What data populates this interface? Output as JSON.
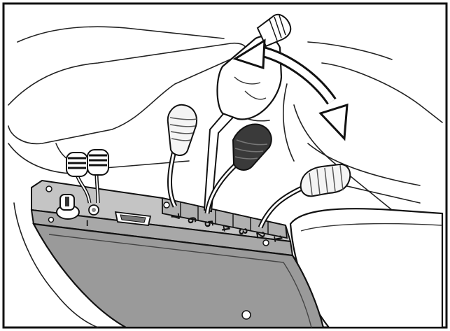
{
  "figure": {
    "kind": "control-lever-illustration",
    "slot_numbers": [
      "7",
      "6",
      "5",
      "4",
      "3",
      "2",
      "1"
    ],
    "side_mark": "I",
    "colors": {
      "outline": "#111111",
      "panel_fill": "#9a9a9a",
      "panel_face": "#b4b4b4",
      "panel_top": "#c4c4c4",
      "dark_knob": "#3a3a3a",
      "light_knob": "#f4f4f4",
      "background": "#ffffff"
    },
    "icons": {
      "rotation_arrow": "double-headed-curved-arrow",
      "key_switch": "ignition-key-icon",
      "connector": "serial-port-icon"
    }
  }
}
